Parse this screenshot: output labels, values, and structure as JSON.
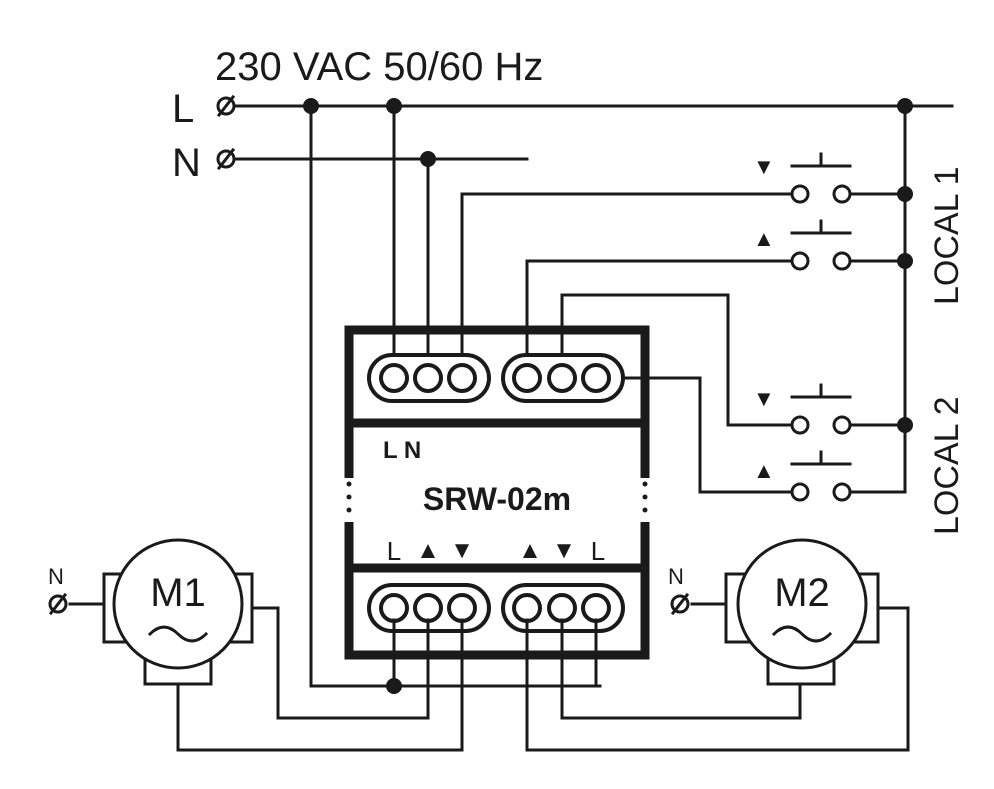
{
  "supply": {
    "voltage_label": "230 VAC 50/60 Hz",
    "line_label": "L",
    "neutral_label": "N"
  },
  "device": {
    "name": "SRW-02m",
    "top_terminal_labels": "L N",
    "bottom_labels_left": [
      "L",
      "▲",
      "▼"
    ],
    "bottom_labels_right": [
      "▲",
      "▼",
      "L"
    ]
  },
  "locals": {
    "local1_label": "LOCAL 1",
    "local2_label": "LOCAL 2",
    "down_symbol": "▼",
    "up_symbol": "▲"
  },
  "motors": {
    "m1_label": "M1",
    "m2_label": "M2",
    "ac_symbol": "~",
    "neutral_label": "N"
  }
}
